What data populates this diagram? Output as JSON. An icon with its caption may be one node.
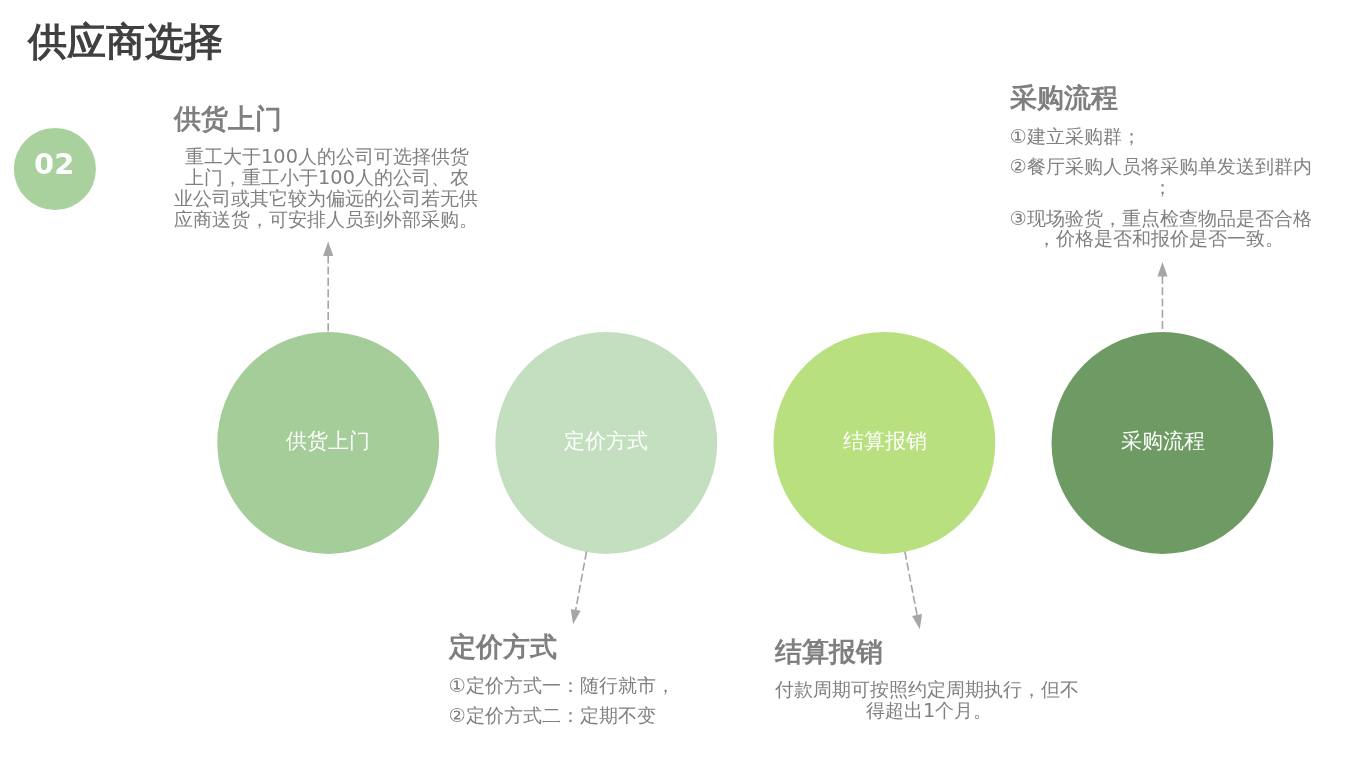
{
  "diagram": {
    "title": "供应商选择",
    "nodes": [
      {
        "text": [
          "02"
        ]
      },
      {
        "text": [
          "供货上门"
        ]
      },
      {
        "text": [
          "定价方式"
        ]
      },
      {
        "text": [
          "结算报销"
        ]
      },
      {
        "text": [
          "采购流程"
        ]
      },
      {
        "text": [
          "供货上门",
          "重工大于100人的公司可选择供货上门，重工小于100人的公司、农业公司或其它较为偏远的公司若无供应商送货，可安排人员到外部采购。"
        ]
      },
      {
        "text": [
          "定价方式",
          "①定价方式一：随行就市，",
          "②定价方式二：定期不变"
        ]
      },
      {
        "text": [
          "结算报销",
          "付款周期可按照约定周期执行，但不得超出1个月。"
        ]
      },
      {
        "text": [
          "采购流程",
          "①建立采购群；",
          "②餐厅采购人员将采购单发送到群内；",
          "③现场验货，重点检查物品是否合格，价格是否和报价是否一致。"
        ]
      }
    ],
    "edges": [
      {
        "from": 1,
        "to": 5,
        "arrow": "to",
        "style": "dashed"
      },
      {
        "from": 4,
        "to": 8,
        "arrow": "to",
        "style": "dashed"
      },
      {
        "from": 2,
        "to": 6,
        "arrow": "to",
        "style": "dashed"
      },
      {
        "from": 3,
        "to": 7,
        "arrow": "to",
        "style": "dashed"
      }
    ]
  }
}
